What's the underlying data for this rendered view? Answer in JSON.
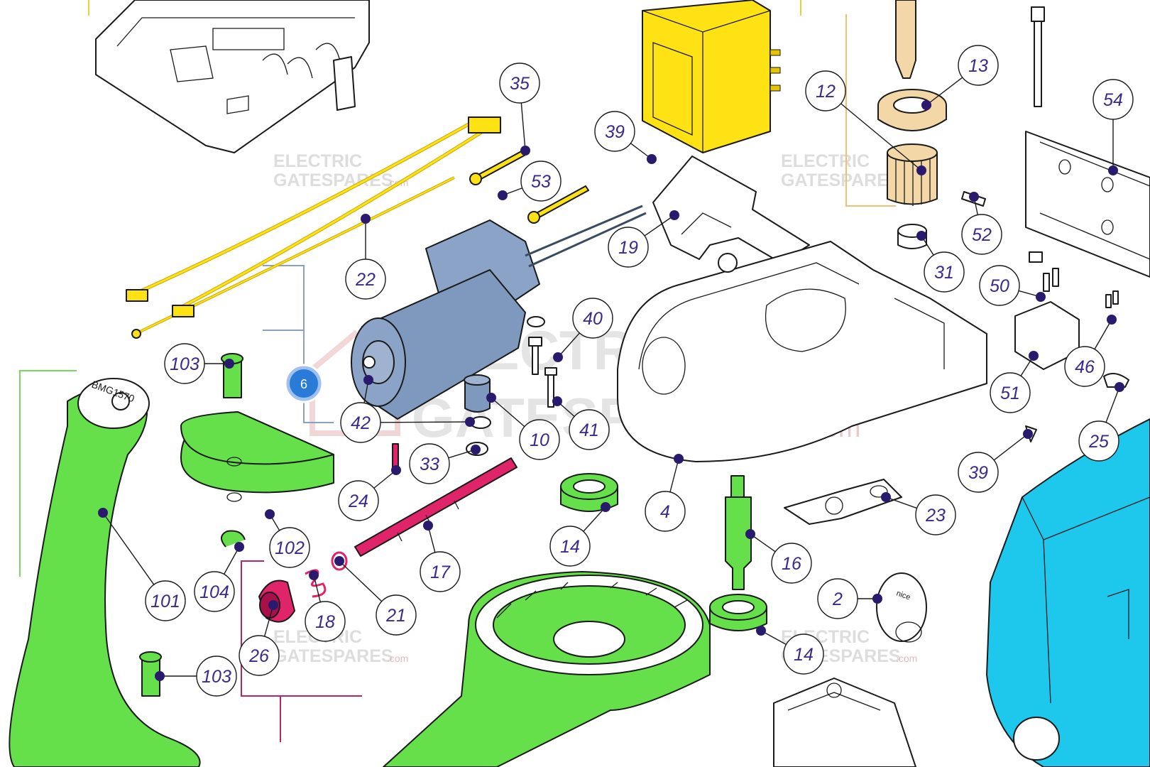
{
  "watermark": {
    "brand_line1": "ELECTRIC",
    "brand_line2": "GATESPARES",
    "domain_suffix": ".com"
  },
  "callouts": [
    {
      "id": "c35",
      "label": "35"
    },
    {
      "id": "c13",
      "label": "13"
    },
    {
      "id": "c12",
      "label": "12"
    },
    {
      "id": "c54",
      "label": "54"
    },
    {
      "id": "c39a",
      "label": "39"
    },
    {
      "id": "c53",
      "label": "53"
    },
    {
      "id": "c19",
      "label": "19"
    },
    {
      "id": "c52",
      "label": "52"
    },
    {
      "id": "c22",
      "label": "22"
    },
    {
      "id": "c31",
      "label": "31"
    },
    {
      "id": "c50",
      "label": "50"
    },
    {
      "id": "c40",
      "label": "40"
    },
    {
      "id": "c46",
      "label": "46"
    },
    {
      "id": "c103a",
      "label": "103"
    },
    {
      "id": "c51",
      "label": "51"
    },
    {
      "id": "c42",
      "label": "42"
    },
    {
      "id": "c10",
      "label": "10"
    },
    {
      "id": "c41",
      "label": "41"
    },
    {
      "id": "c25",
      "label": "25"
    },
    {
      "id": "c33",
      "label": "33"
    },
    {
      "id": "c39b",
      "label": "39"
    },
    {
      "id": "c24",
      "label": "24"
    },
    {
      "id": "c4",
      "label": "4"
    },
    {
      "id": "c23",
      "label": "23"
    },
    {
      "id": "c102",
      "label": "102"
    },
    {
      "id": "c14a",
      "label": "14"
    },
    {
      "id": "c16",
      "label": "16"
    },
    {
      "id": "c17",
      "label": "17"
    },
    {
      "id": "c104",
      "label": "104"
    },
    {
      "id": "c101",
      "label": "101"
    },
    {
      "id": "c2",
      "label": "2"
    },
    {
      "id": "c21",
      "label": "21"
    },
    {
      "id": "c18",
      "label": "18"
    },
    {
      "id": "c14b",
      "label": "14"
    },
    {
      "id": "c26",
      "label": "26"
    },
    {
      "id": "c103b",
      "label": "103"
    }
  ],
  "badge": {
    "label": "6"
  },
  "arm_marking": "BMG1570",
  "cover_marking": "nice",
  "colors": {
    "callout_stroke": "#1a1a1a",
    "callout_text": "#3a2a8c",
    "dot": "#2a1a6e",
    "green": "#66e04a",
    "yellow": "#ffe214",
    "motor": "#7f98bd",
    "magenta": "#e0246a",
    "cyan": "#1ec8ec",
    "tan": "#f3d7a6"
  }
}
